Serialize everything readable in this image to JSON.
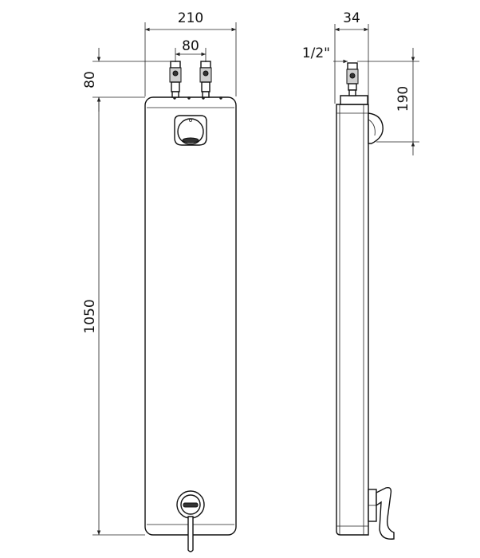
{
  "dimensions": {
    "front_width": "210",
    "inlet_spacing": "80",
    "inlet_height": "80",
    "panel_height": "1050",
    "side_depth": "34",
    "thread_size": "1/2\"",
    "outlet_height": "190"
  }
}
